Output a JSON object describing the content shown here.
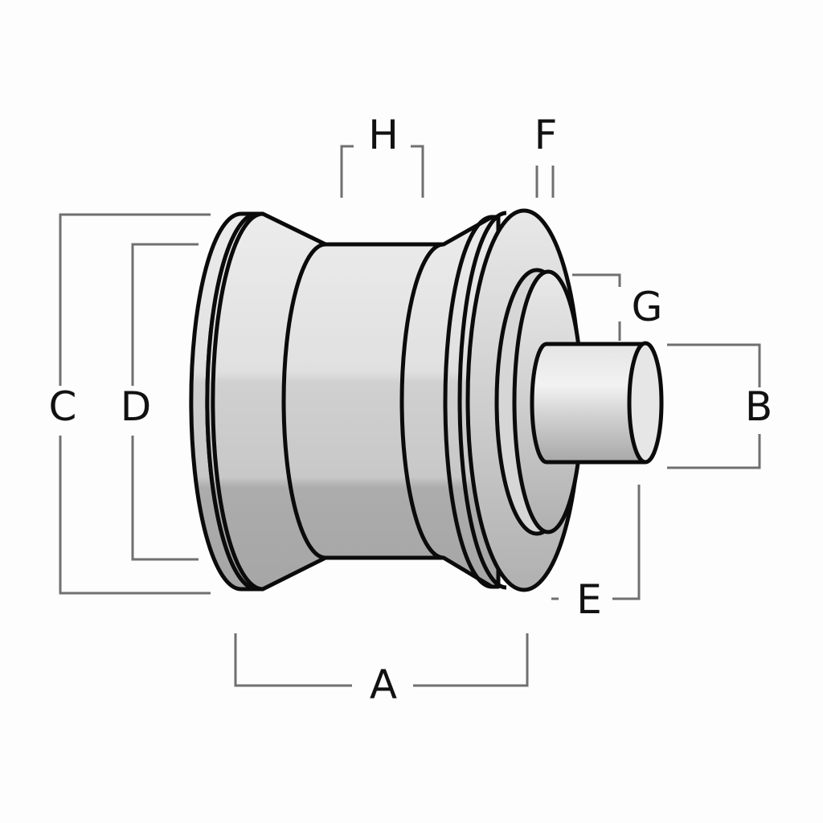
{
  "labels": {
    "a": "A",
    "b": "B",
    "c": "C",
    "d": "D",
    "e": "E",
    "f": "F",
    "g": "G",
    "h": "H"
  },
  "colors": {
    "outline": "#0b0b0b",
    "dimension_line": "#707070",
    "metal_light": "#e2e2e2",
    "metal_mid": "#cdcdcd",
    "metal_dark": "#a9a9a9",
    "background": "#fdfdfd"
  }
}
